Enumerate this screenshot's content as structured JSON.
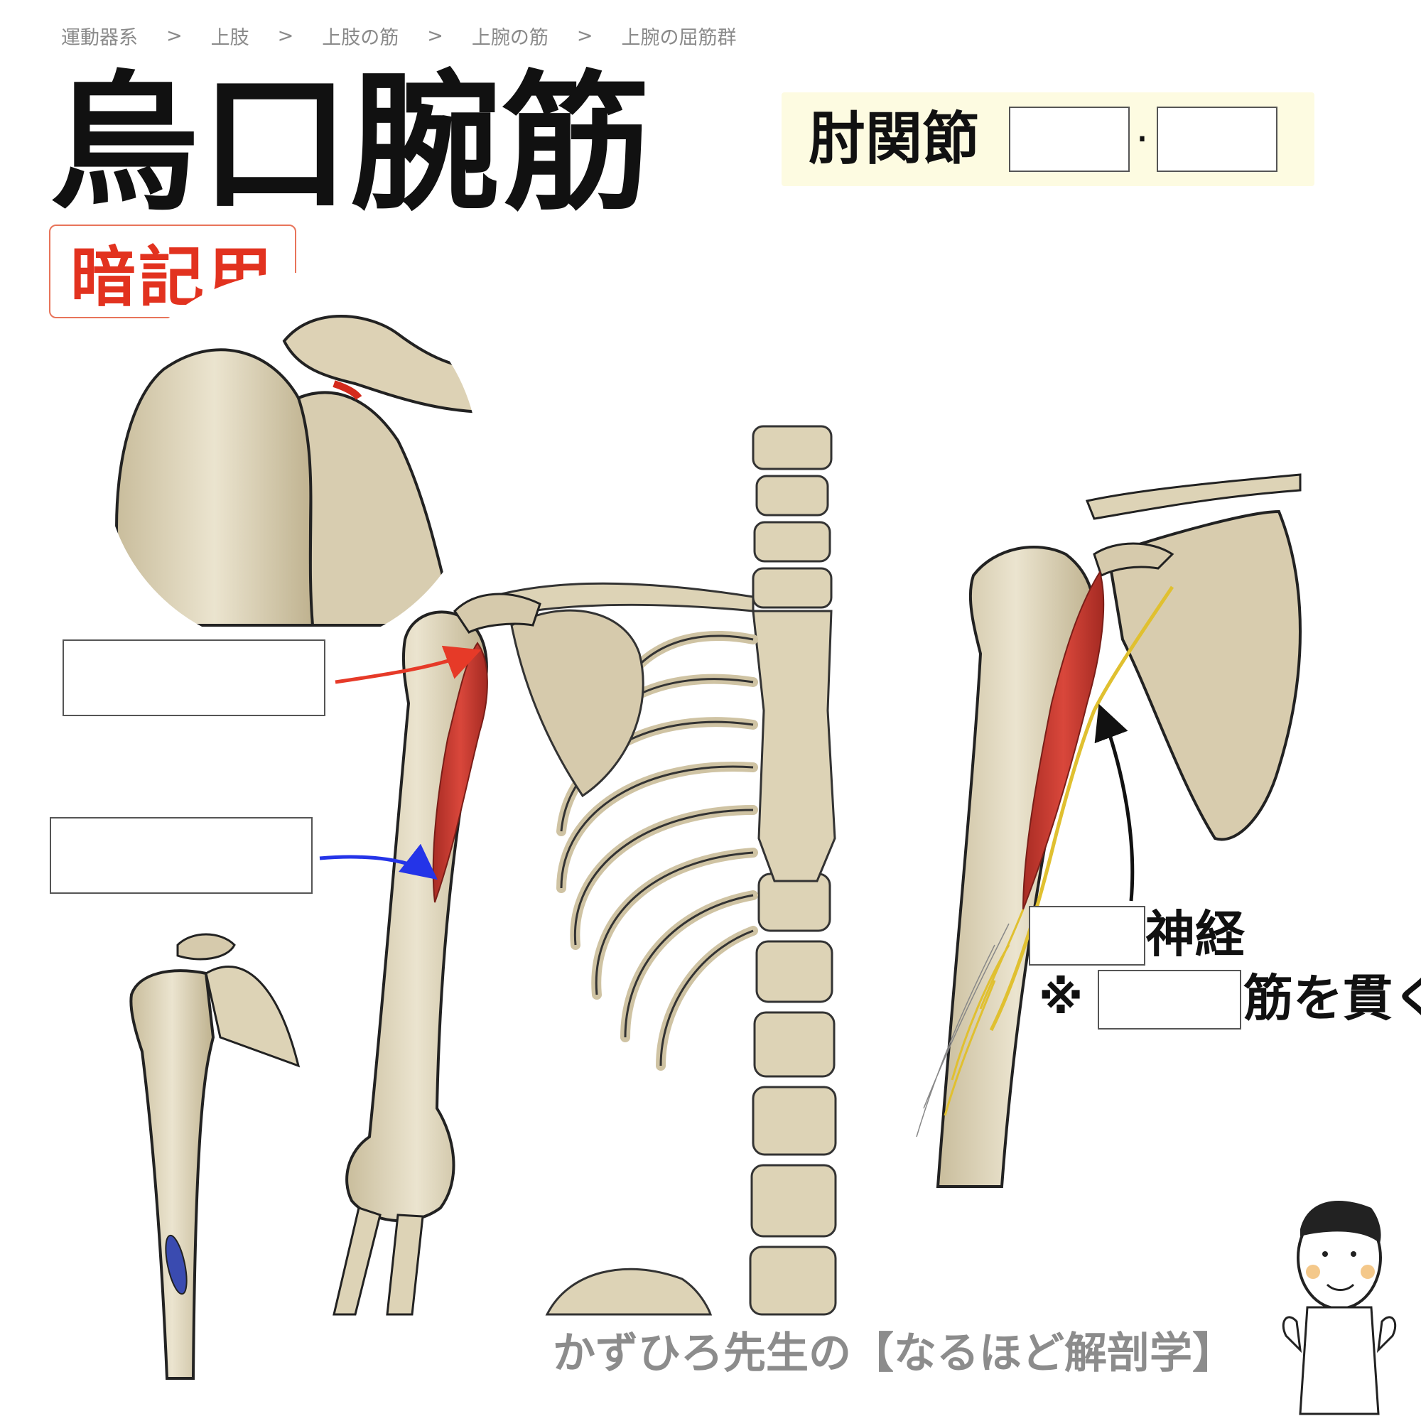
{
  "breadcrumb": {
    "items": [
      "運動器系",
      "上肢",
      "上肢の筋",
      "上腕の筋",
      "上腕の屈筋群"
    ],
    "separator": ">"
  },
  "title": "烏口腕筋",
  "badge": "暗記用",
  "elbow_joint": {
    "label": "肘関節",
    "separator": "·"
  },
  "nerve": {
    "label": "神経",
    "note_mark": "※",
    "pierce_label": "筋を貫く"
  },
  "footer": {
    "brand": "かずひろ先生の【なるほど解剖学】"
  },
  "colors": {
    "origin_arrow": "#e63a28",
    "insertion_arrow": "#2434e8",
    "muscle": "#c93a30",
    "insertion_mark": "#3a4bb0",
    "nerve": "#e0c030",
    "bone": "#ddd3b6",
    "badge_border": "#e8745a",
    "badge_text": "#e2321f",
    "elbow_box_bg": "#fdfbe1"
  }
}
